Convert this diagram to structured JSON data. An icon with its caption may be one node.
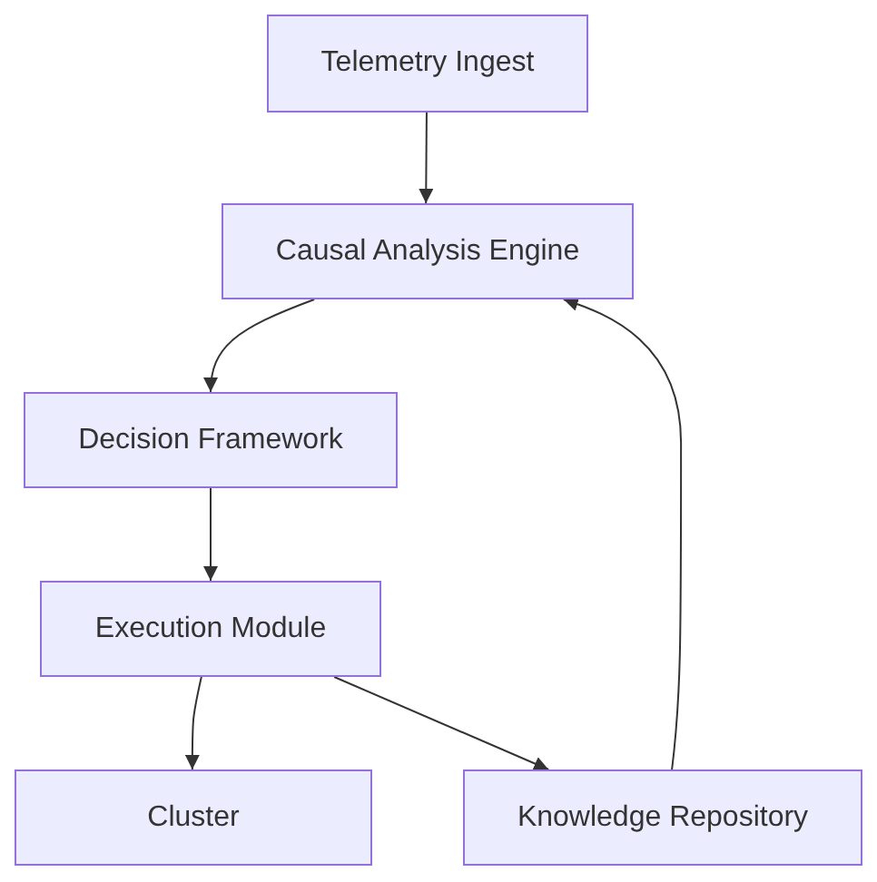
{
  "diagram": {
    "nodes": [
      {
        "text": [
          "Telemetry Ingest"
        ]
      },
      {
        "text": [
          "Causal Analysis Engine"
        ]
      },
      {
        "text": [
          "Decision Framework"
        ]
      },
      {
        "text": [
          "Execution Module"
        ]
      },
      {
        "text": [
          "Cluster"
        ]
      },
      {
        "text": [
          "Knowledge Repository"
        ]
      }
    ],
    "edges": [
      {
        "from": 0,
        "to": 1,
        "arrow": "to"
      },
      {
        "from": 1,
        "to": 2,
        "arrow": "to"
      },
      {
        "from": 2,
        "to": 3,
        "arrow": "to"
      },
      {
        "from": 3,
        "to": 4,
        "arrow": "to"
      },
      {
        "from": 3,
        "to": 5,
        "arrow": "to"
      },
      {
        "from": 5,
        "to": 1,
        "arrow": "to"
      }
    ]
  }
}
